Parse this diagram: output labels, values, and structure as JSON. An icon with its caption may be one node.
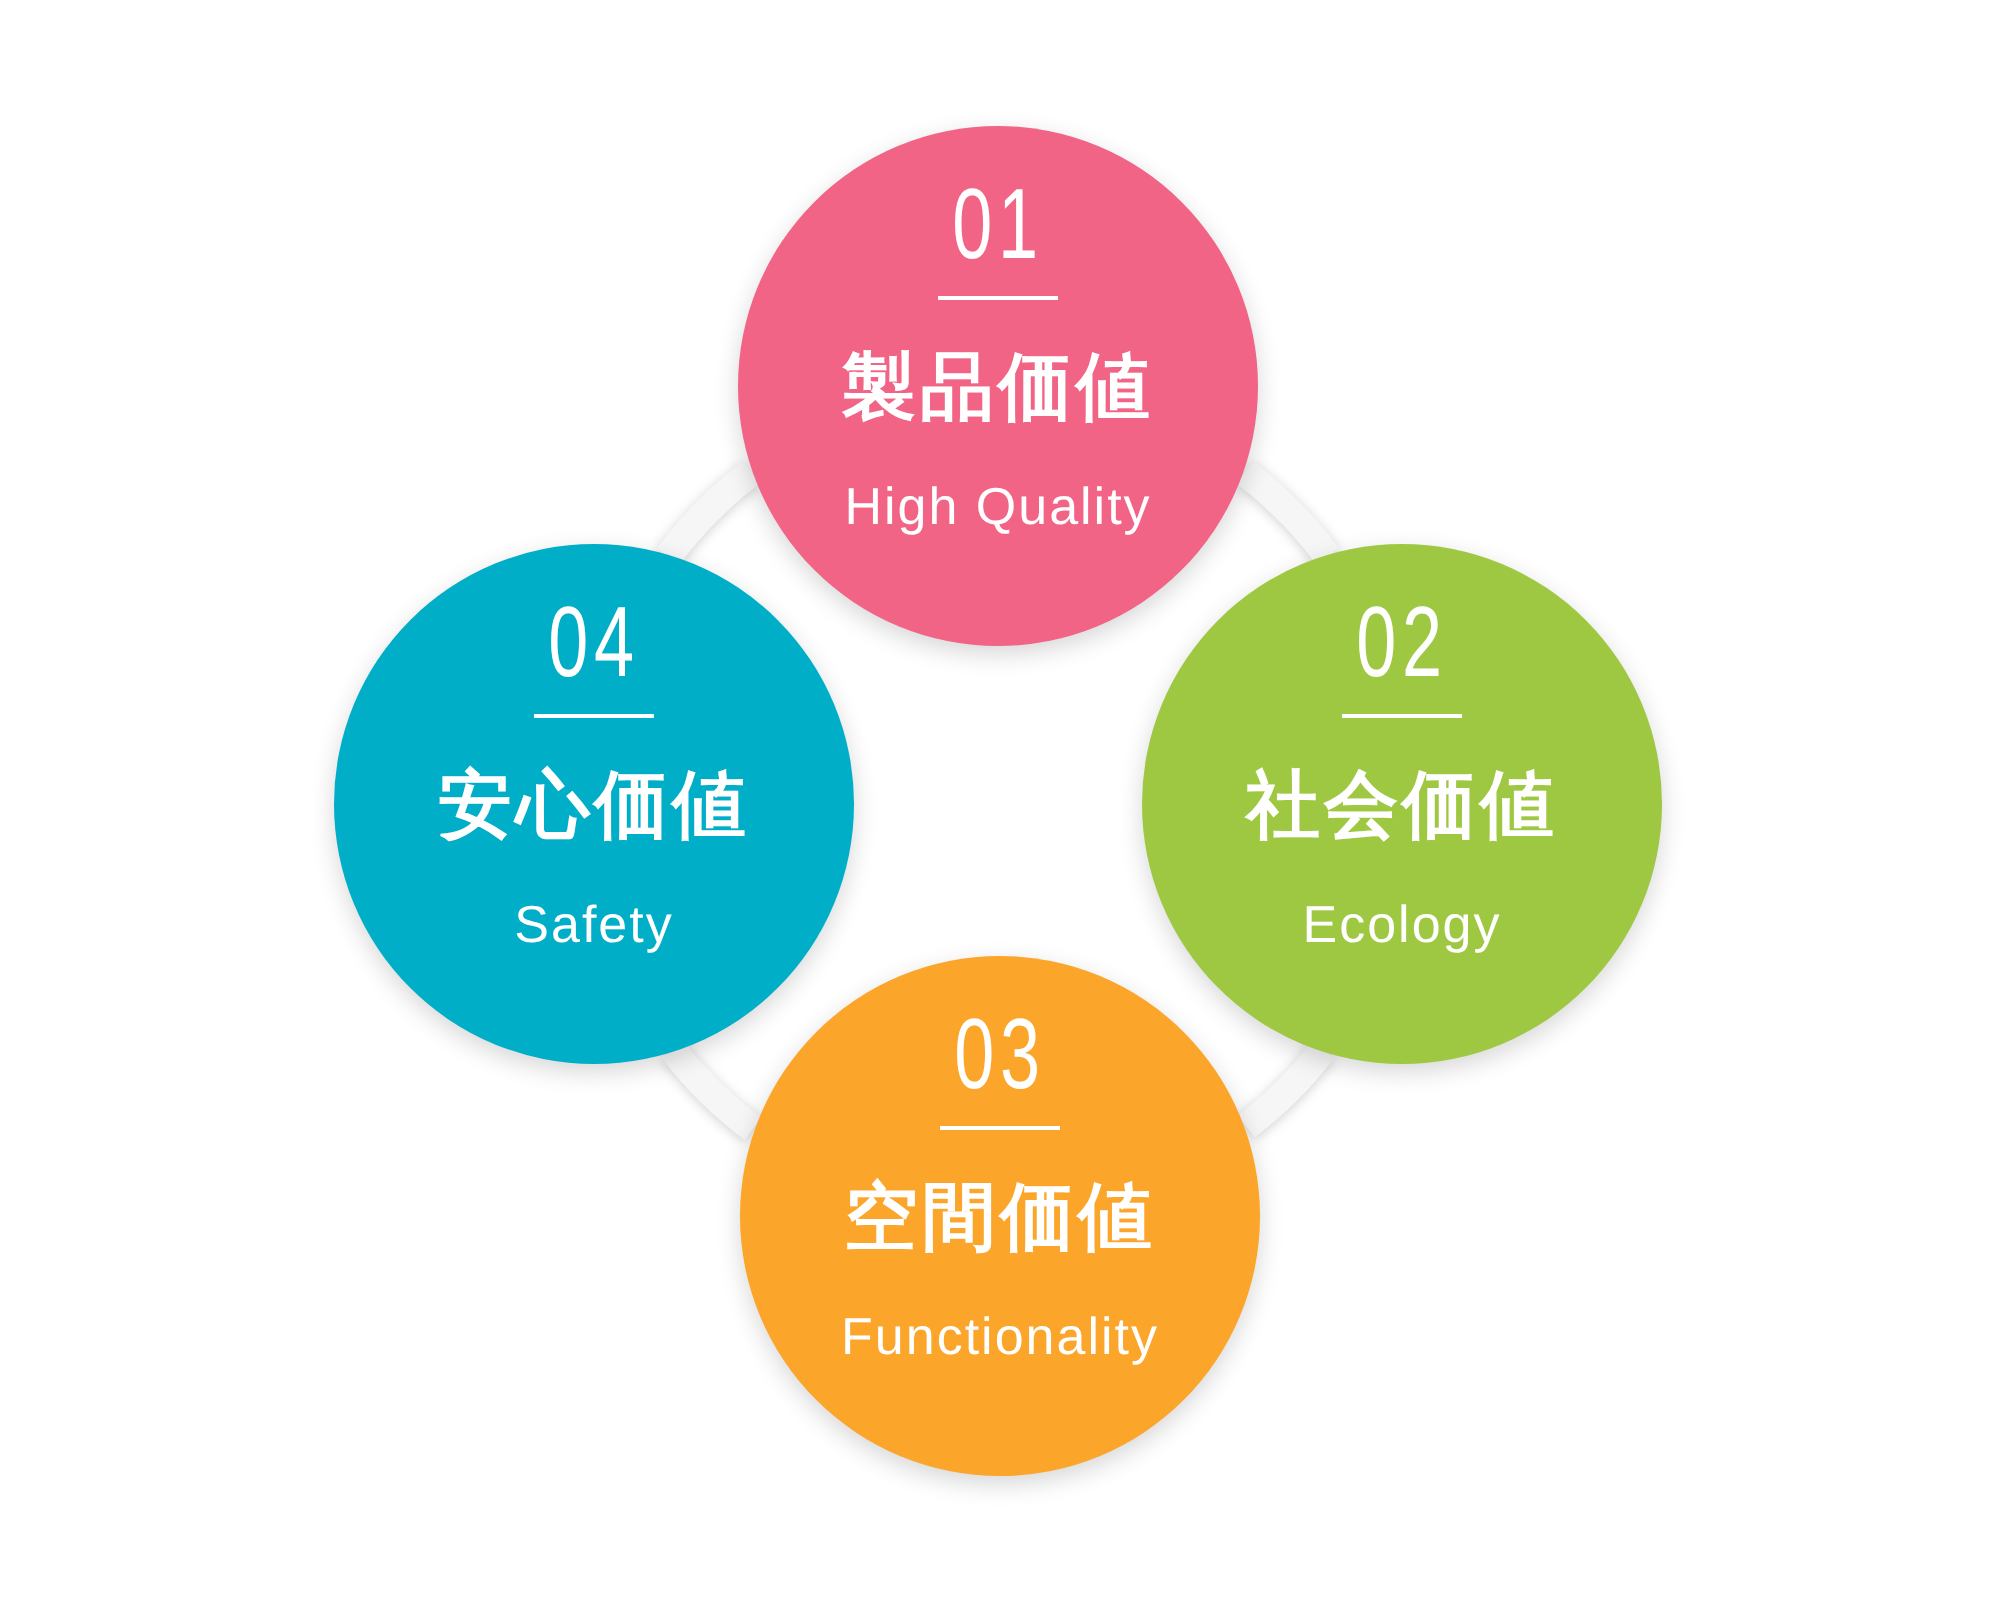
{
  "diagram": {
    "nodes": [
      {
        "text": [
          "01",
          "製品価値",
          "High Quality"
        ]
      },
      {
        "text": [
          "02",
          "社会価値",
          "Ecology"
        ]
      },
      {
        "text": [
          "03",
          "空間価値",
          "Functionality"
        ]
      },
      {
        "text": [
          "04",
          "安心価値",
          "Safety"
        ]
      }
    ],
    "edges": [
      {
        "from": 0,
        "to": 1,
        "arrow": "none"
      },
      {
        "from": 1,
        "to": 2,
        "arrow": "none"
      },
      {
        "from": 2,
        "to": 3,
        "arrow": "none"
      },
      {
        "from": 3,
        "to": 0,
        "arrow": "none"
      }
    ]
  }
}
